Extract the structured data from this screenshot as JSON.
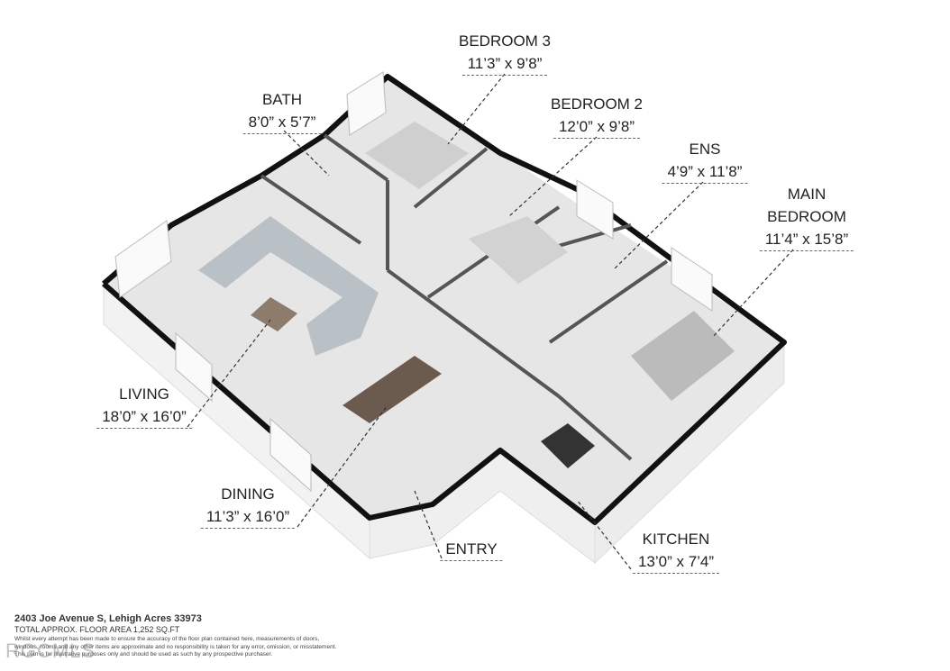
{
  "rooms": [
    {
      "name": "BEDROOM 3",
      "dims": "11’3” x 9’8”"
    },
    {
      "name": "BEDROOM 2",
      "dims": "12’0” x 9’8”"
    },
    {
      "name": "BATH",
      "dims": "8’0” x 5’7”"
    },
    {
      "name": "ENS",
      "dims": "4’9” x 11’8”"
    },
    {
      "name": "MAIN",
      "name2": "BEDROOM",
      "dims": "11’4” x 15’8”"
    },
    {
      "name": "LIVING",
      "dims": "18’0” x 16’0”"
    },
    {
      "name": "DINING",
      "dims": "11’3” x 16’0”"
    },
    {
      "name": "ENTRY"
    },
    {
      "name": "KITCHEN",
      "dims": "13’0” x 7’4”"
    }
  ],
  "footer": {
    "address": "2403 Joe Avenue S, Lehigh Acres 33973",
    "area": "TOTAL APPROX. FLOOR AREA 1,252 SQ.FT",
    "disclaimer": [
      "Whilst every attempt has been made to ensure the accuracy of the floor plan contained here, measurements of doors,",
      "windows, rooms and any other items are approximate and no responsibility is taken for any error, omission, or misstatement.",
      "This plan is for illustrative purposes only and should be used as such by any prospective purchaser."
    ]
  },
  "watermark": "RGCMLS",
  "colors": {
    "wall": "#111111",
    "floor": "#e6e6e6",
    "extrusion": "#f4f4f4",
    "sofa": "#b9c0c6",
    "table": "#6b5a4e"
  }
}
